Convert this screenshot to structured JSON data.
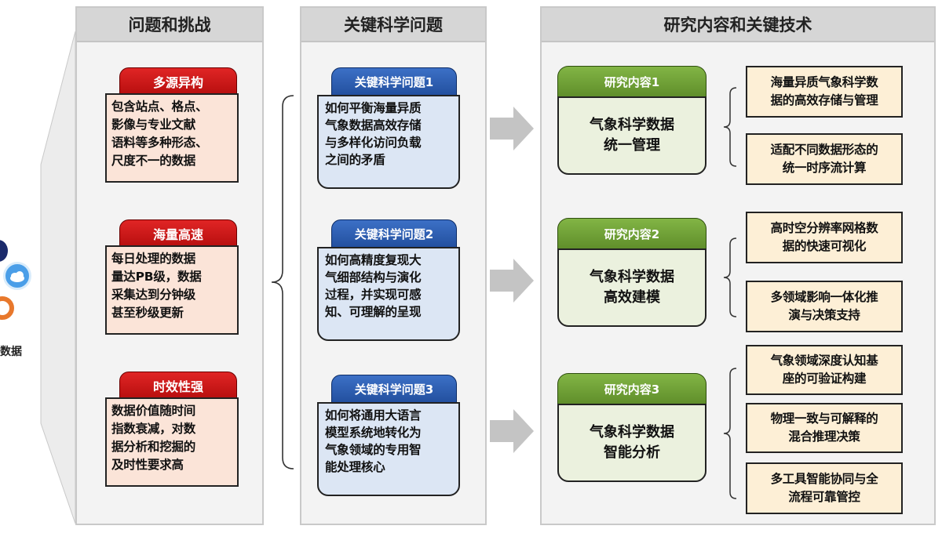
{
  "edge_text": "数据",
  "panels": {
    "problems": {
      "title": "问题和挑战"
    },
    "questions": {
      "title": "关键科学问题"
    },
    "research": {
      "title": "研究内容和关键技术"
    }
  },
  "problems": [
    {
      "title": "多源异构",
      "lines": [
        "包含站点、格点、",
        "影像与专业文献",
        "语料等多种形态、",
        "尺度不一的数据"
      ]
    },
    {
      "title": "海量高速",
      "lines": [
        "每日处理的数据",
        "量达PB级，数据",
        "采集达到分钟级",
        "甚至秒级更新"
      ]
    },
    {
      "title": "时效性强",
      "lines": [
        "数据价值随时间",
        "指数衰减，对数",
        "据分析和挖掘的",
        "及时性要求高"
      ]
    }
  ],
  "questions": [
    {
      "title": "关键科学问题1",
      "lines": [
        "如何平衡海量异质",
        "气象数据高效存储",
        "与多样化访问负载",
        "之间的矛盾"
      ]
    },
    {
      "title": "关键科学问题2",
      "lines": [
        "如何高精度复现大",
        "气细部结构与演化",
        "过程，并实现可感",
        "知、可理解的呈现"
      ]
    },
    {
      "title": "关键科学问题3",
      "lines": [
        "如何将通用大语言",
        "模型系统地转化为",
        "气象领域的专用智",
        "能处理核心"
      ]
    }
  ],
  "contents": [
    {
      "title": "研究内容1",
      "lines": [
        "气象科学数据",
        "统一管理"
      ]
    },
    {
      "title": "研究内容2",
      "lines": [
        "气象科学数据",
        "高效建模"
      ]
    },
    {
      "title": "研究内容3",
      "lines": [
        "气象科学数据",
        "智能分析"
      ]
    }
  ],
  "techniques": [
    {
      "lines": [
        "海量异质气象科学数",
        "据的高效存储与管理"
      ]
    },
    {
      "lines": [
        "适配不同数据形态的",
        "统一时序流计算"
      ]
    },
    {
      "lines": [
        "高时空分辨率网格数",
        "据的快速可视化"
      ]
    },
    {
      "lines": [
        "多领域影响一体化推",
        "演与决策支持"
      ]
    },
    {
      "lines": [
        "气象领域深度认知基",
        "座的可验证构建"
      ]
    },
    {
      "lines": [
        "物理一致与可解释的",
        "混合推理决策"
      ]
    },
    {
      "lines": [
        "多工具智能协同与全",
        "流程可靠管控"
      ]
    }
  ]
}
